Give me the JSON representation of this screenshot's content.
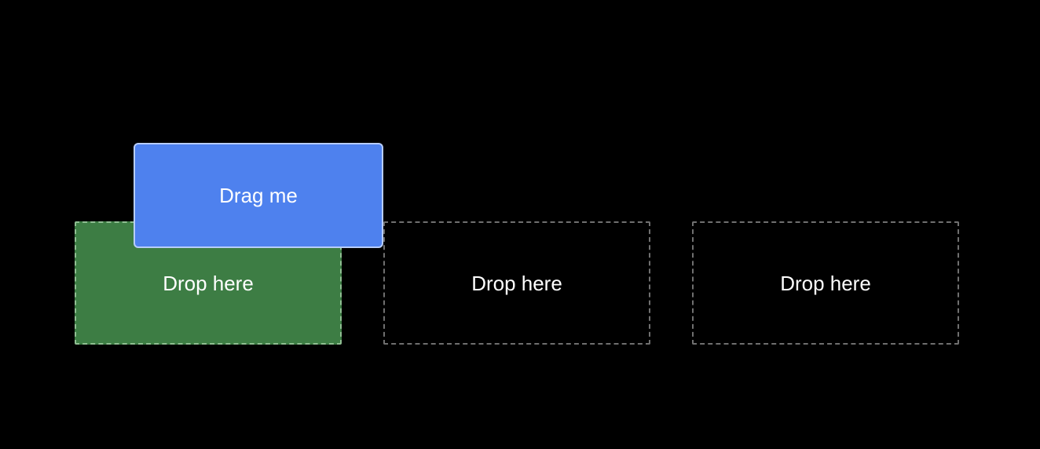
{
  "drag_item": {
    "label": "Drag me",
    "color": "#4e81ee",
    "border_color": "#b7cdfb"
  },
  "drop_zones": [
    {
      "label": "Drop here",
      "active": true,
      "fill_color": "#3d7d44"
    },
    {
      "label": "Drop here",
      "active": false
    },
    {
      "label": "Drop here",
      "active": false
    }
  ],
  "colors": {
    "background": "#000000",
    "zone_border": "#6f6f6f",
    "text": "#ffffff"
  }
}
